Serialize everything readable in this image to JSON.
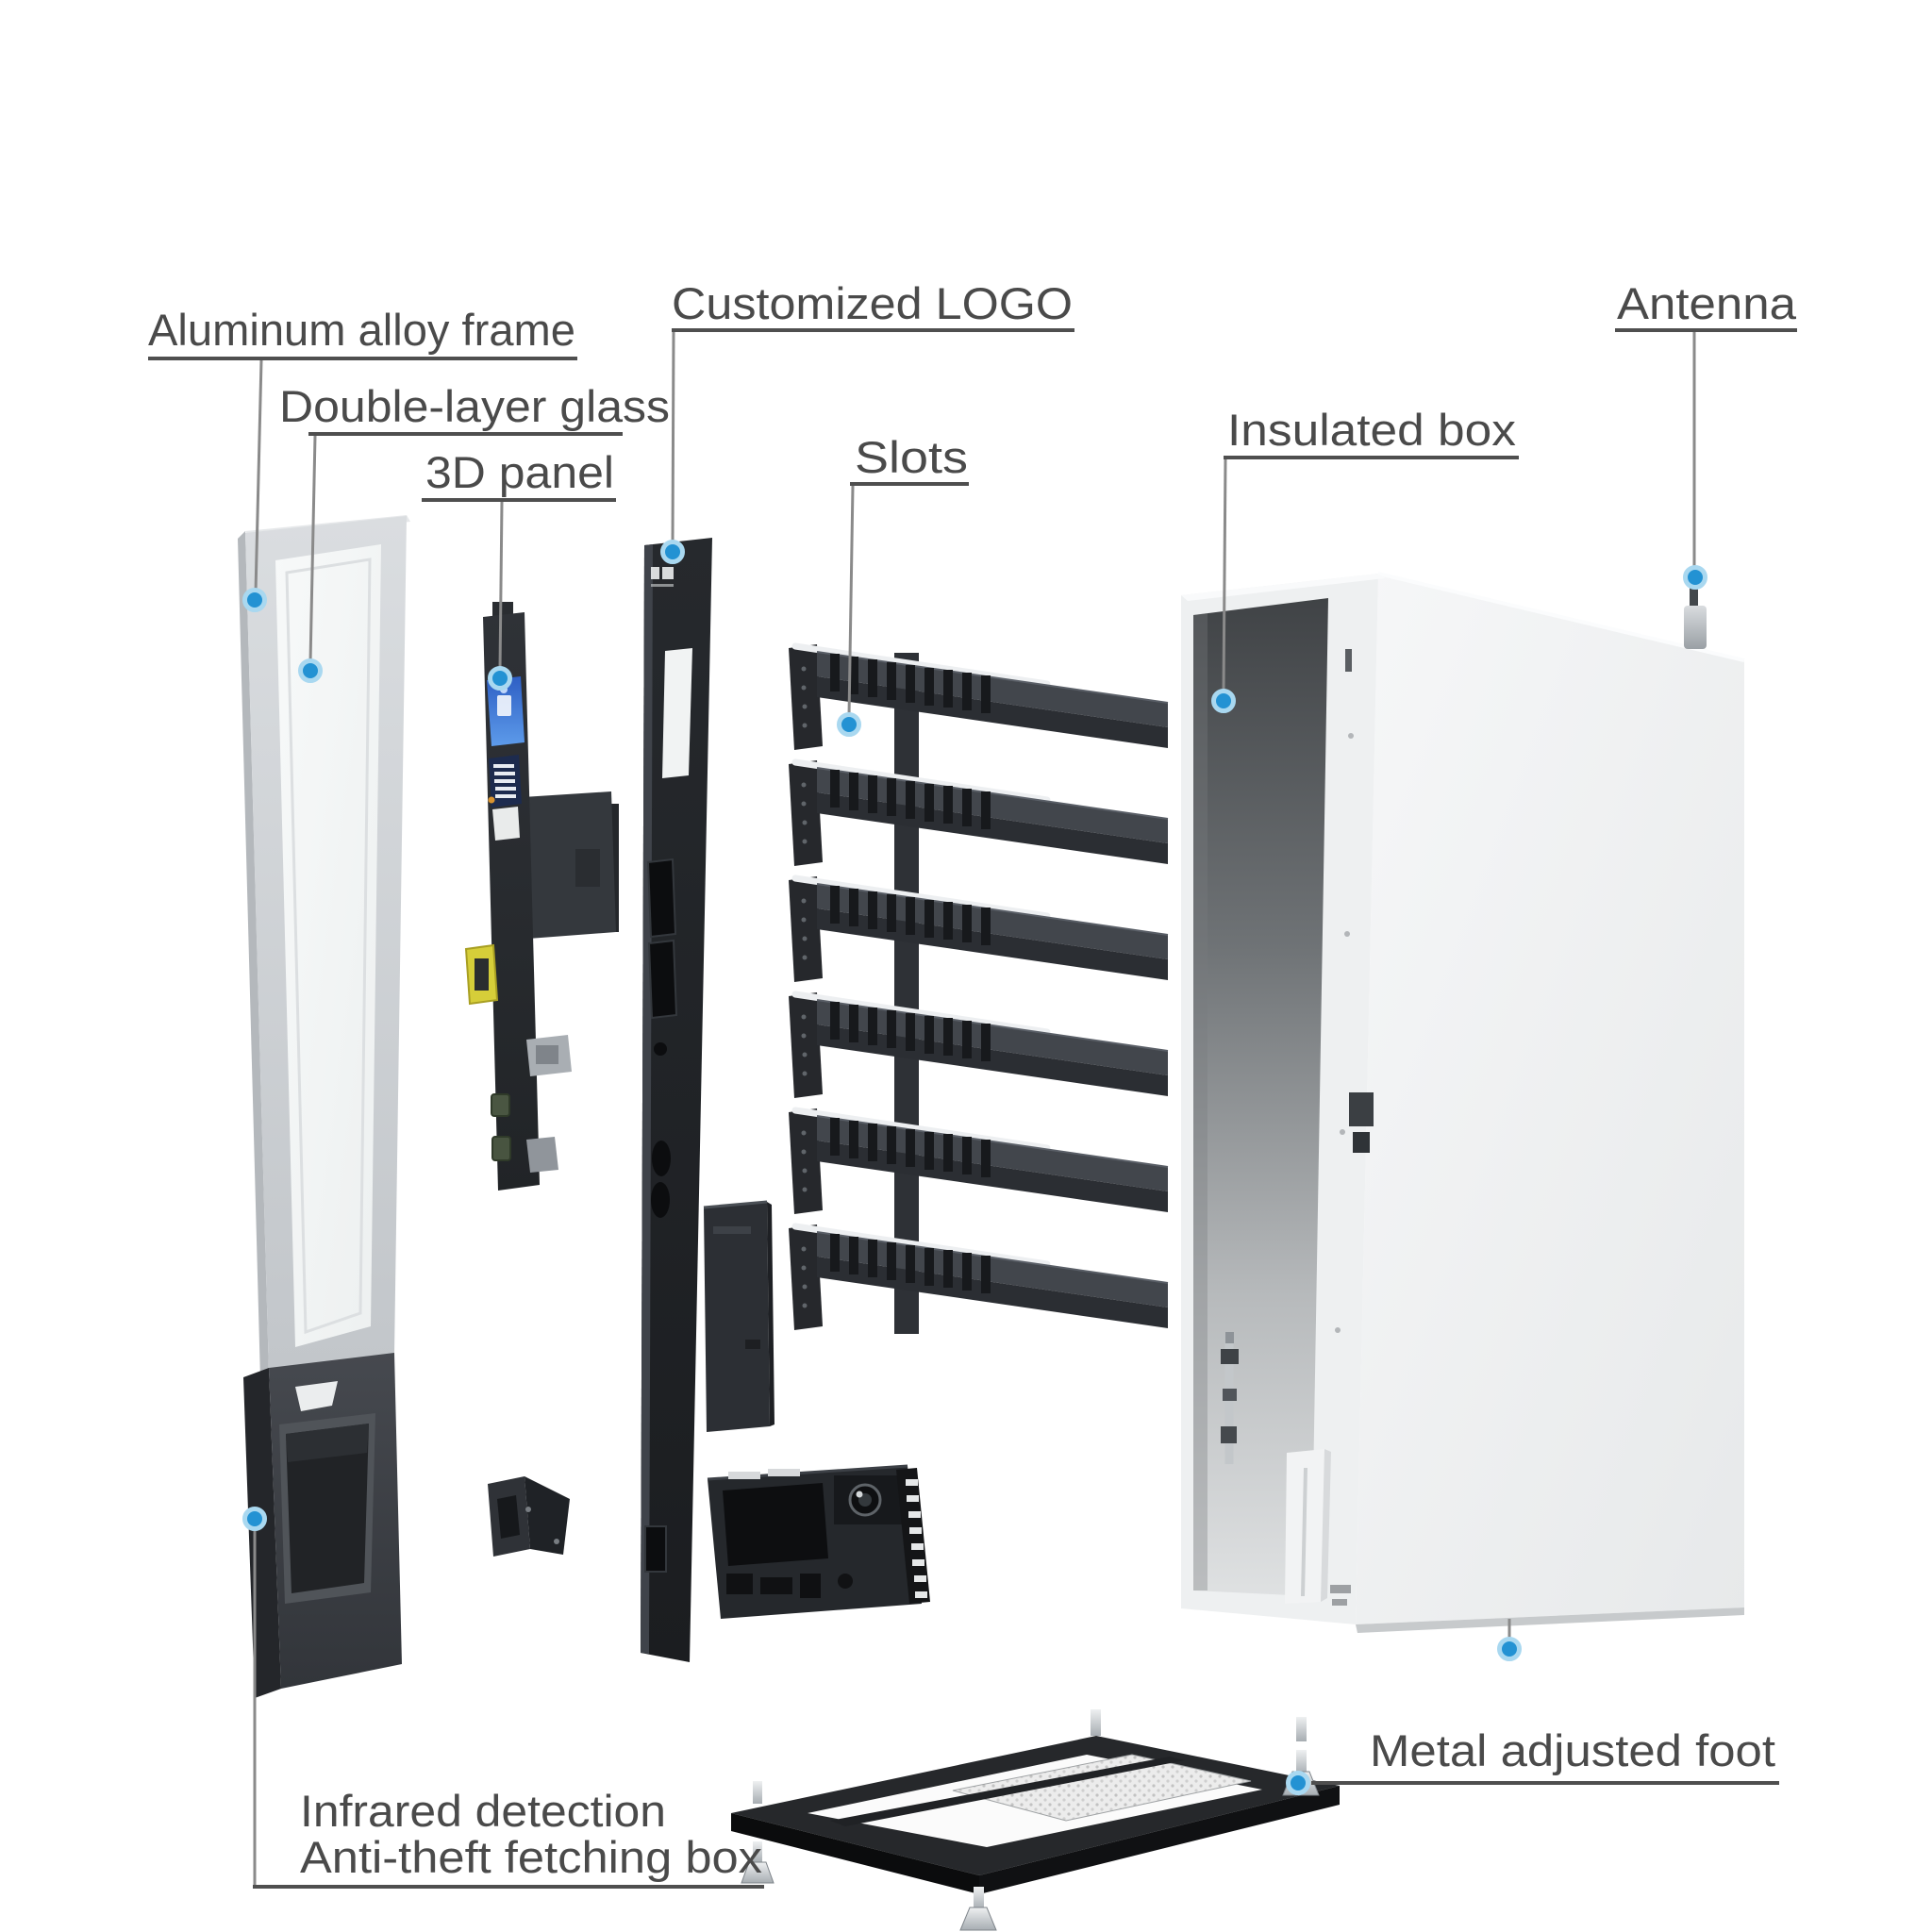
{
  "diagram": {
    "type": "exploded-view product diagram",
    "subject": "smart vending cabinet components"
  },
  "labels": {
    "aluminum_frame": "Aluminum alloy frame",
    "double_layer_glass": "Double-layer glass",
    "panel_3d": "3D panel",
    "customized_logo": "Customized LOGO",
    "slots": "Slots",
    "insulated_box": "Insulated box",
    "antenna": "Antenna",
    "metal_adjusted_foot": "Metal adjusted foot",
    "infrared_detection_line1": "Infrared detection",
    "infrared_detection_line2": "Anti-theft fetching box"
  },
  "colors": {
    "accent_marker": "#2392d3",
    "marker_ring": "#a9d8f0",
    "label_text": "#4a4a4a",
    "leader_line": "#8a8a8a",
    "underline": "#4f4f4f",
    "background": "#ffffff",
    "cabinet_body": "#eef0f1",
    "dark_parts": "#2b2e33"
  },
  "markers": {
    "count": 10,
    "style": "blue circular callout dots"
  }
}
